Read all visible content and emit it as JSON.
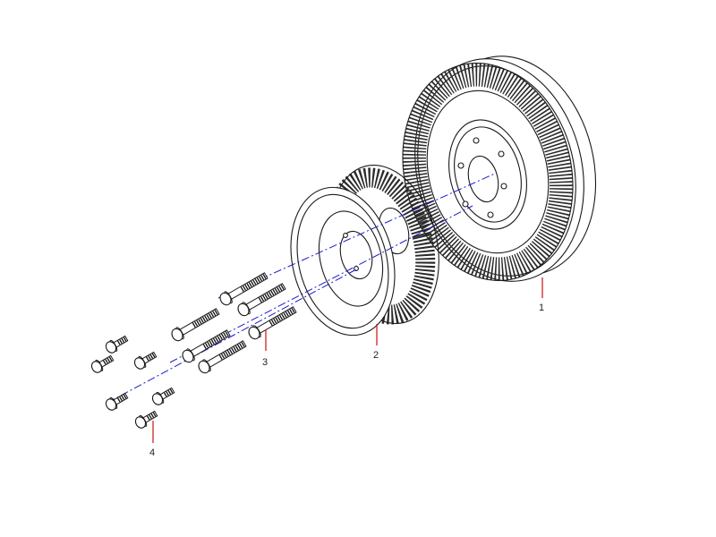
{
  "callouts": [
    {
      "id": "1",
      "label": "1"
    },
    {
      "id": "2",
      "label": "2"
    },
    {
      "id": "3",
      "label": "3"
    },
    {
      "id": "4",
      "label": "4"
    }
  ],
  "colors": {
    "linework": "#1a1a1a",
    "centerline": "#1a1acc",
    "leader": "#cc1111",
    "background": "#ffffff"
  }
}
